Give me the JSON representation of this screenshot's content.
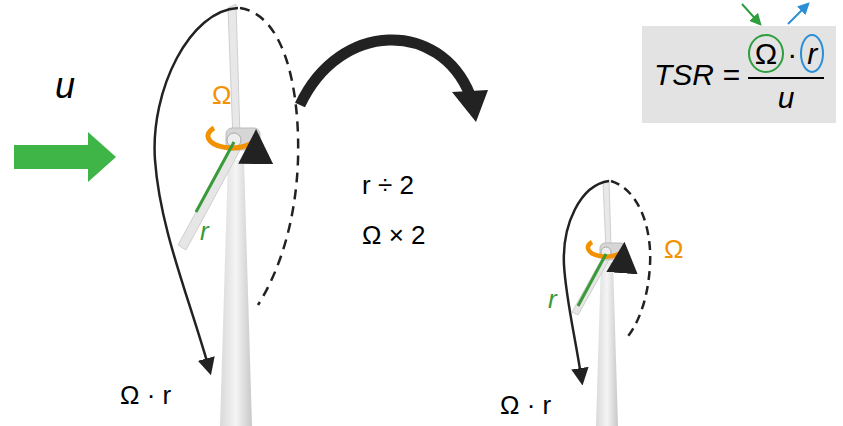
{
  "diagram": {
    "nodes": [
      {
        "text": [
          "TSR =",
          "Ω",
          "·",
          "r",
          "u"
        ]
      }
    ],
    "labels": [
      "u",
      "Ω",
      "r",
      "Ω · r",
      "r ÷ 2",
      "Ω × 2",
      "Ω",
      "r",
      "Ω · r"
    ]
  }
}
